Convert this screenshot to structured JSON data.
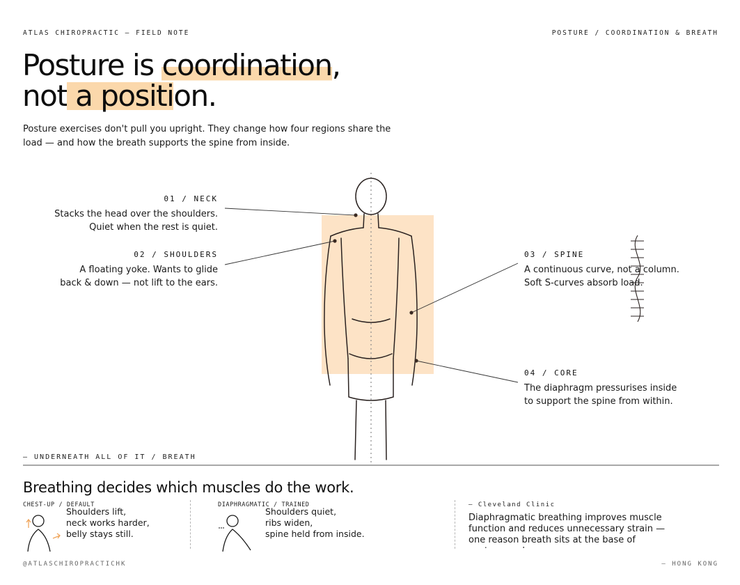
{
  "header": {
    "left": "ATLAS CHIROPRACTIC — FIELD NOTE",
    "right": "POSTURE / COORDINATION & BREATH"
  },
  "headline": {
    "l1_a": "Posture is ",
    "l1_hl": "coordination",
    "l1_b": ",",
    "l2_a": "not",
    "l2_hl": " a positi",
    "l2_b": "on."
  },
  "intro": "Posture exercises don't pull you upright. They change how four regions share the load — and how the breath supports the spine from inside.",
  "regions": {
    "neck": {
      "num": "01 / NECK",
      "line1": "Stacks the head over the shoulders.",
      "line2": "Quiet when the rest is quiet."
    },
    "shoulders": {
      "num": "02 / SHOULDERS",
      "line1": "A floating yoke. Wants to glide",
      "line2": "back & down — not lift to the ears."
    },
    "spine": {
      "num": "03 / SPINE",
      "line1": "A continuous curve, not a column.",
      "line2": "Soft S-curves absorb load."
    },
    "core": {
      "num": "04 / CORE",
      "line1": "The diaphragm pressurises inside",
      "line2": "to support the spine from within."
    }
  },
  "underneath": "— UNDERNEATH ALL OF IT / BREATH",
  "breath": {
    "title": "Breathing decides which muscles do the work.",
    "chest": {
      "label": "CHEST-UP / DEFAULT",
      "l1": "Shoulders lift,",
      "l2": "neck works harder,",
      "l3": "belly stays still."
    },
    "diaphragm": {
      "label": "DIAPHRAGMATIC / TRAINED",
      "l1": "Shoulders quiet,",
      "l2": "ribs widen,",
      "l3": "spine held from inside."
    },
    "quote": {
      "source": "— Cleveland Clinic",
      "text": "Diaphragmatic breathing improves muscle function and reduces unnecessary strain — one reason breath sits at the base of posture work."
    }
  },
  "footer": {
    "left": "@ATLASCHIROPRACTICHK",
    "right": "— HONG KONG"
  },
  "colors": {
    "accent": "#fbd8ab",
    "panel": "#fde3c6",
    "ink": "#111111",
    "arrow": "#f0a55a"
  }
}
